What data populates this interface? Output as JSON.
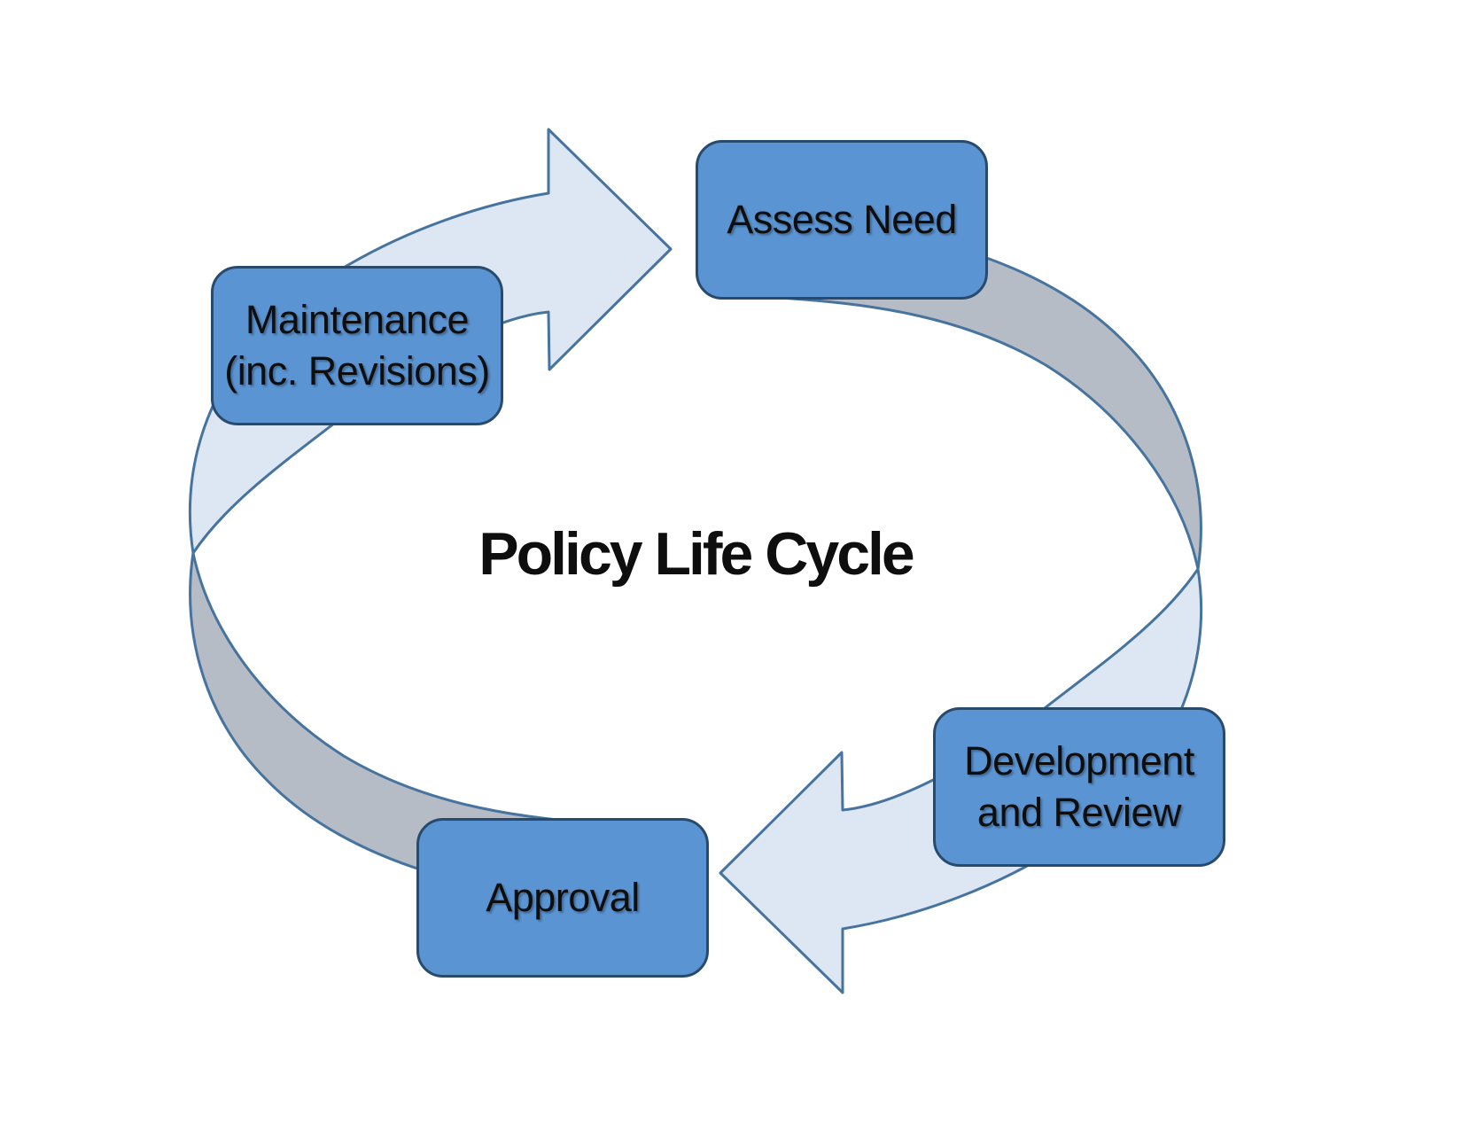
{
  "diagram": {
    "title": "Policy Life Cycle",
    "stages": [
      {
        "id": "assess-need",
        "lines": [
          "Assess Need"
        ]
      },
      {
        "id": "development-review",
        "lines": [
          "Development",
          "and Review"
        ]
      },
      {
        "id": "approval",
        "lines": [
          "Approval"
        ]
      },
      {
        "id": "maintenance",
        "lines": [
          "Maintenance",
          "(inc. Revisions)"
        ]
      }
    ]
  },
  "colors": {
    "node_fill": "#5B94D2",
    "node_stroke": "#274A6D",
    "front_fill": "#DDE7F3",
    "band_fill": "#B5BCC6",
    "arrow_stroke": "#47739F",
    "text_color": "#0E0E0E",
    "bg": "#FFFFFF"
  }
}
